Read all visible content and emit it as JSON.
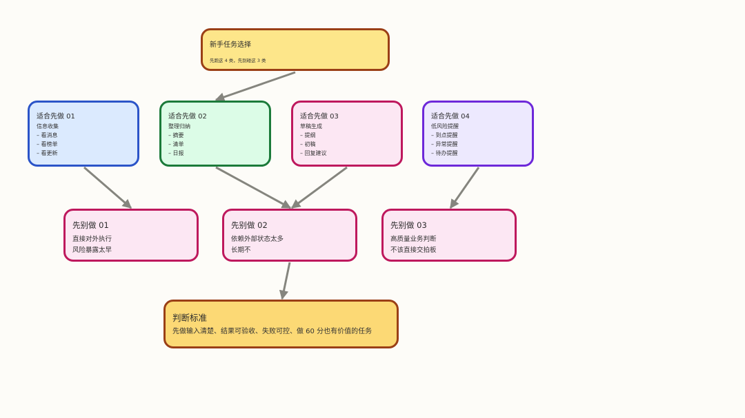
{
  "root": {
    "title": "新手任务选择",
    "subtitle": "先跑这 4 类，先别碰这 3 类"
  },
  "suitable": [
    {
      "title": "适合先做 01",
      "lines": [
        "信息收集",
        "– 看消息",
        "– 看榜单",
        "– 看更新"
      ]
    },
    {
      "title": "适合先做 02",
      "lines": [
        "整理归纳",
        "– 摘要",
        "– 清单",
        "– 日报"
      ]
    },
    {
      "title": "适合先做 03",
      "lines": [
        "草稿生成",
        "– 提纲",
        "– 初稿",
        "– 回复建议"
      ]
    },
    {
      "title": "适合先做 04",
      "lines": [
        "低风险提醒",
        "– 到点提醒",
        "– 异常提醒",
        "– 待办提醒"
      ]
    }
  ],
  "avoid": [
    {
      "title": "先别做 01",
      "lines": [
        "直接对外执行",
        "风险暴露太早"
      ]
    },
    {
      "title": "先别做 02",
      "lines": [
        "依赖外部状态太多",
        "长期不"
      ]
    },
    {
      "title": "先别做 03",
      "lines": [
        "高质量业务判断",
        "不该直接交拍板"
      ]
    }
  ],
  "criteria": {
    "title": "判断标准",
    "text": "先做输入清楚、结果可验收、失败可控、做 60 分也有价值的任务"
  },
  "colors": {
    "background": "#fdfcf8",
    "edge": "#85857e",
    "root_fill": "#fde68a",
    "blue": "#2b54c8",
    "green": "#1b7a3a",
    "pink": "#be185d",
    "purple": "#6d28d9",
    "criteria_fill": "#fcd975"
  }
}
